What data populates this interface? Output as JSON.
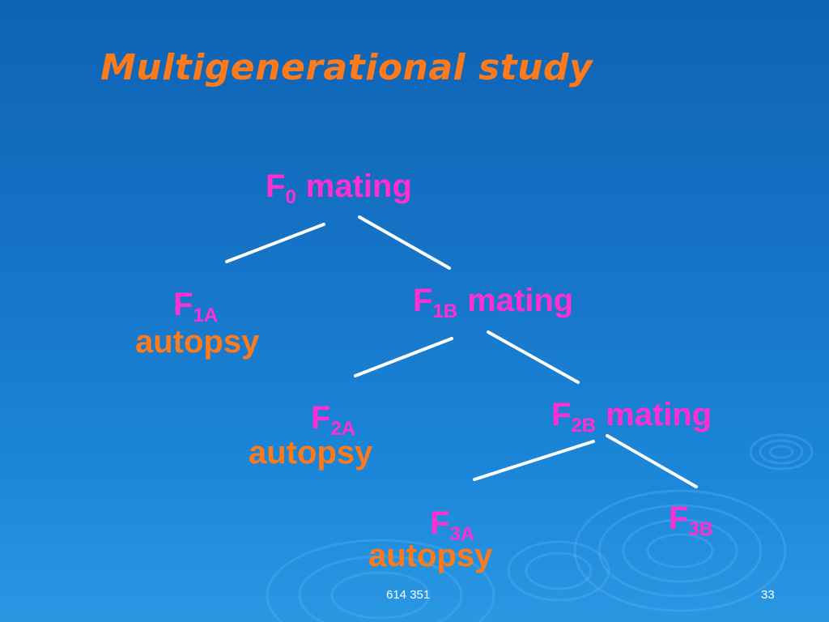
{
  "title": "Multigenerational study",
  "tree": {
    "f0": {
      "letter": "F",
      "sub": "0",
      "label": "mating"
    },
    "f1a": {
      "letter": "F",
      "sub": "1A",
      "label": "autopsy"
    },
    "f1b": {
      "letter": "F",
      "sub": "1B",
      "label": "mating"
    },
    "f2a": {
      "letter": "F",
      "sub": "2A",
      "label": "autopsy"
    },
    "f2b": {
      "letter": "F",
      "sub": "2B",
      "label": "mating"
    },
    "f3a": {
      "letter": "F",
      "sub": "3A",
      "label": "autopsy"
    },
    "f3b": {
      "letter": "F",
      "sub": "3B"
    }
  },
  "footer": {
    "center": "614 351",
    "page": "33"
  },
  "colors": {
    "title": "#ff7a1a",
    "node_id": "#ff2fd2",
    "autopsy": "#ff7a1a",
    "connector": "#ffffff"
  }
}
